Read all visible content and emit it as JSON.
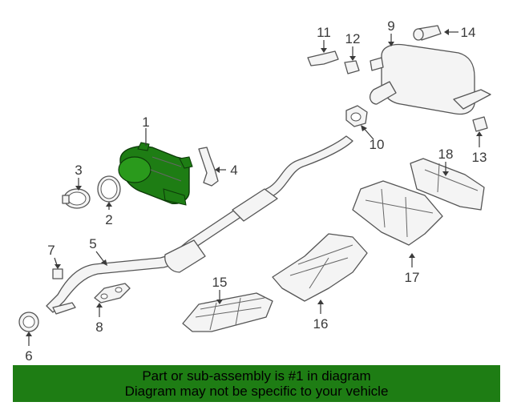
{
  "callouts": {
    "c1": "1",
    "c2": "2",
    "c3": "3",
    "c4": "4",
    "c5": "5",
    "c6": "6",
    "c7": "7",
    "c8": "8",
    "c9": "9",
    "c10": "10",
    "c11": "11",
    "c12": "12",
    "c13": "13",
    "c14": "14",
    "c15": "15",
    "c16": "16",
    "c17": "17",
    "c18": "18"
  },
  "banner": {
    "line1": "Part or sub-assembly is #1 in diagram",
    "line2": "Diagram may not be specific to your vehicle"
  },
  "colors": {
    "highlight": "#1e7d14",
    "banner_bg": "#1e7d14",
    "linework": "#555555"
  }
}
